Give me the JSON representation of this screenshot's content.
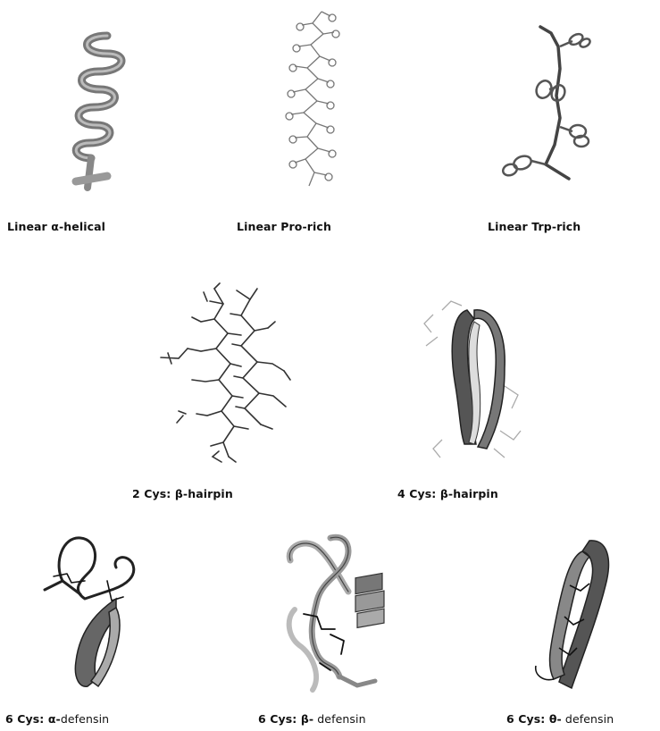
{
  "structures": [
    {
      "id": "alpha-helical",
      "label": "Linear α-helical"
    },
    {
      "id": "pro-rich",
      "label": "Linear Pro-rich"
    },
    {
      "id": "trp-rich",
      "label": "Linear Trp-rich"
    },
    {
      "id": "two-cys-hairpin",
      "label": "2 Cys: β-hairpin"
    },
    {
      "id": "four-cys-hairpin",
      "label": "4 Cys: β-hairpin"
    },
    {
      "id": "alpha-defensin",
      "label_prefix": "6 Cys: α-",
      "label_suffix": "defensin"
    },
    {
      "id": "beta-defensin",
      "label_prefix": "6 Cys: β-",
      "label_suffix": " defensin"
    },
    {
      "id": "theta-defensin",
      "label_prefix": "6 Cys: θ-",
      "label_suffix": " defensin"
    }
  ],
  "colors": {
    "ribbon_dark": "#555555",
    "ribbon_mid": "#888888",
    "ribbon_light": "#bbbbbb",
    "stick": "#444444",
    "disulfide": "#111111"
  }
}
